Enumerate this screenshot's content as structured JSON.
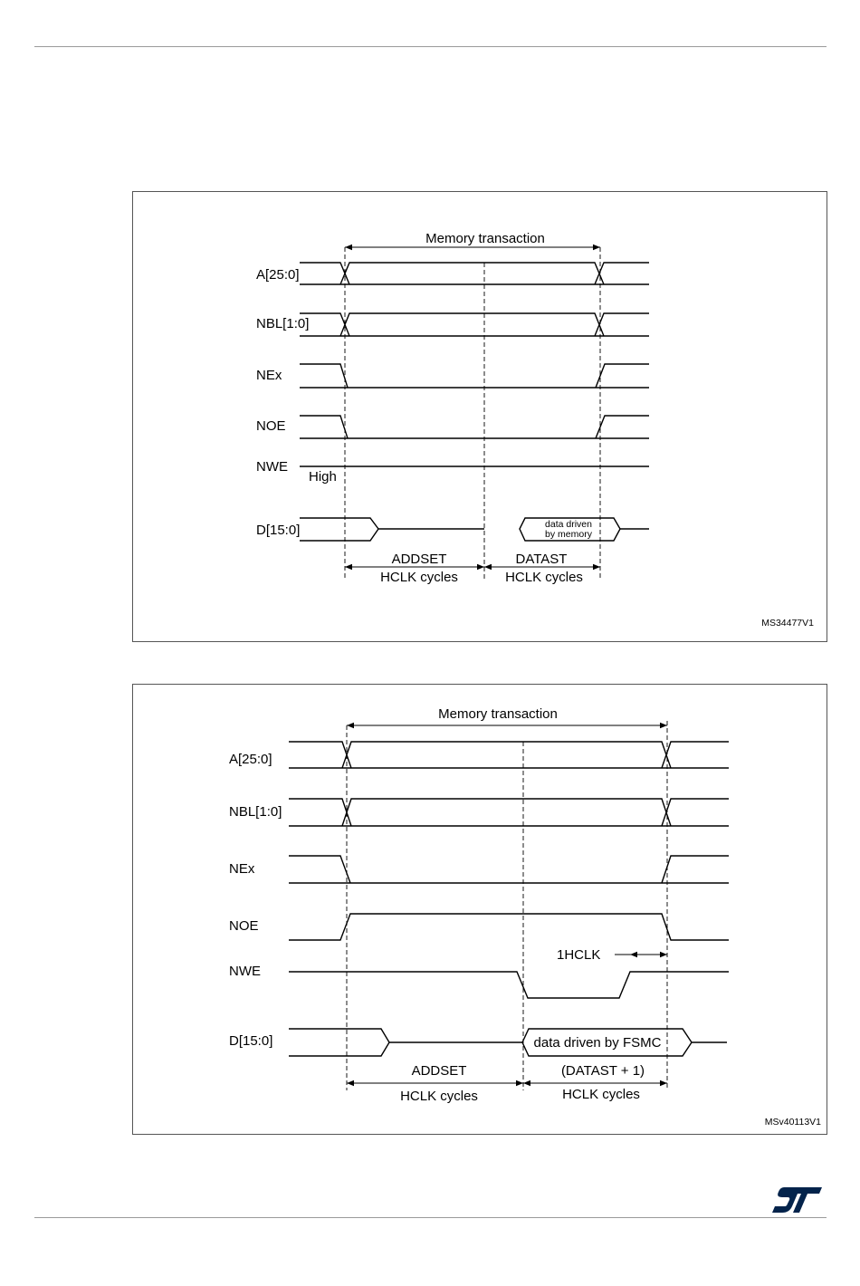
{
  "figure1": {
    "title": "Memory transaction",
    "signals": {
      "addr": "A[25:0]",
      "nbl": "NBL[1:0]",
      "nex": "NEx",
      "noe": "NOE",
      "nwe": "NWE",
      "data": "D[15:0]"
    },
    "nwe_state": "High",
    "data_box_line1": "data driven",
    "data_box_line2": "by memory",
    "phase1_line1": "ADDSET",
    "phase1_line2": "HCLK cycles",
    "phase2_line1": "DATAST",
    "phase2_line2": "HCLK cycles",
    "code": "MS34477V1"
  },
  "figure2": {
    "title": "Memory transaction",
    "signals": {
      "addr": "A[25:0]",
      "nbl": "NBL[1:0]",
      "nex": "NEx",
      "noe": "NOE",
      "nwe": "NWE",
      "data": "D[15:0]"
    },
    "hclk_note": "1HCLK",
    "data_box": "data driven by FSMC",
    "phase1_line1": "ADDSET",
    "phase1_line2": "HCLK cycles",
    "phase2_line1": "(DATAST + 1)",
    "phase2_line2": "HCLK cycles",
    "code": "MSv40113V1"
  },
  "logo": {
    "name": "st-logo",
    "color": "#03234b"
  }
}
